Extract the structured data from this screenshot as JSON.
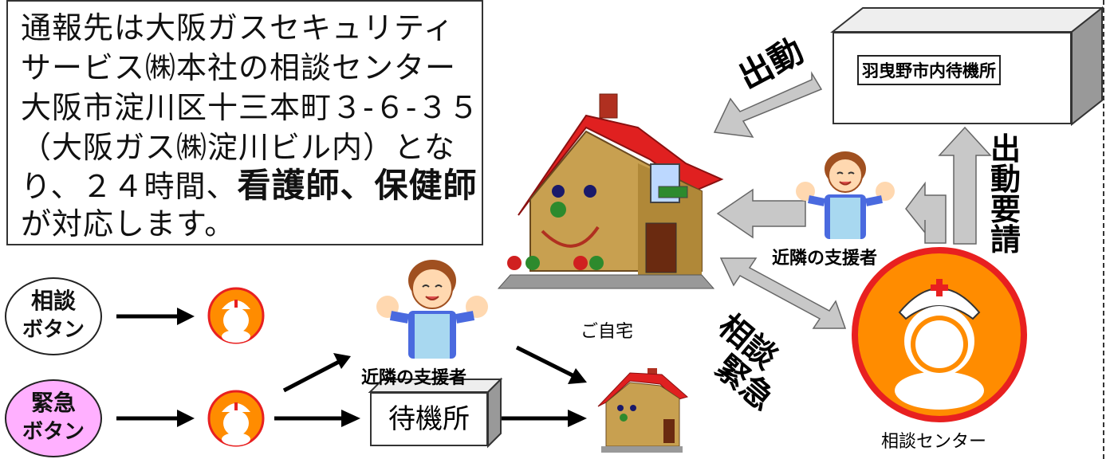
{
  "info_box": {
    "line1": "通報先は大阪ガスセキュリティ",
    "line2": "サービス㈱本社の相談センター",
    "line3": "大阪市淀川区十三本町３-６-３５",
    "line4": "（大阪ガス㈱淀川ビル内）とな",
    "line5_prefix": "り、２４時間、",
    "line5_bold": "看護師、保健師",
    "line6": "が対応します。"
  },
  "consult_button": {
    "line1": "相談",
    "line2": "ボタン"
  },
  "emergency_button": {
    "line1": "緊急",
    "line2": "ボタン"
  },
  "labels": {
    "supporter_bottom": "近隣の支援者",
    "supporter_top": "近隣の支援者",
    "waiting_box": "待機所",
    "home": "ご自宅",
    "center": "相談センター",
    "station": "羽曳野市内待機所",
    "dispatch": "出動",
    "dispatch_request": [
      "出",
      "動",
      "要",
      "請"
    ],
    "consult_emergency_1": "相談",
    "consult_emergency_2": "緊急"
  },
  "colors": {
    "roof": "#e02020",
    "house_wall": "#c8a050",
    "nurse_orange": "#ff8c00",
    "emergency_pink": "#ffb0ff",
    "arrow_gray": "#c0c0c0"
  }
}
